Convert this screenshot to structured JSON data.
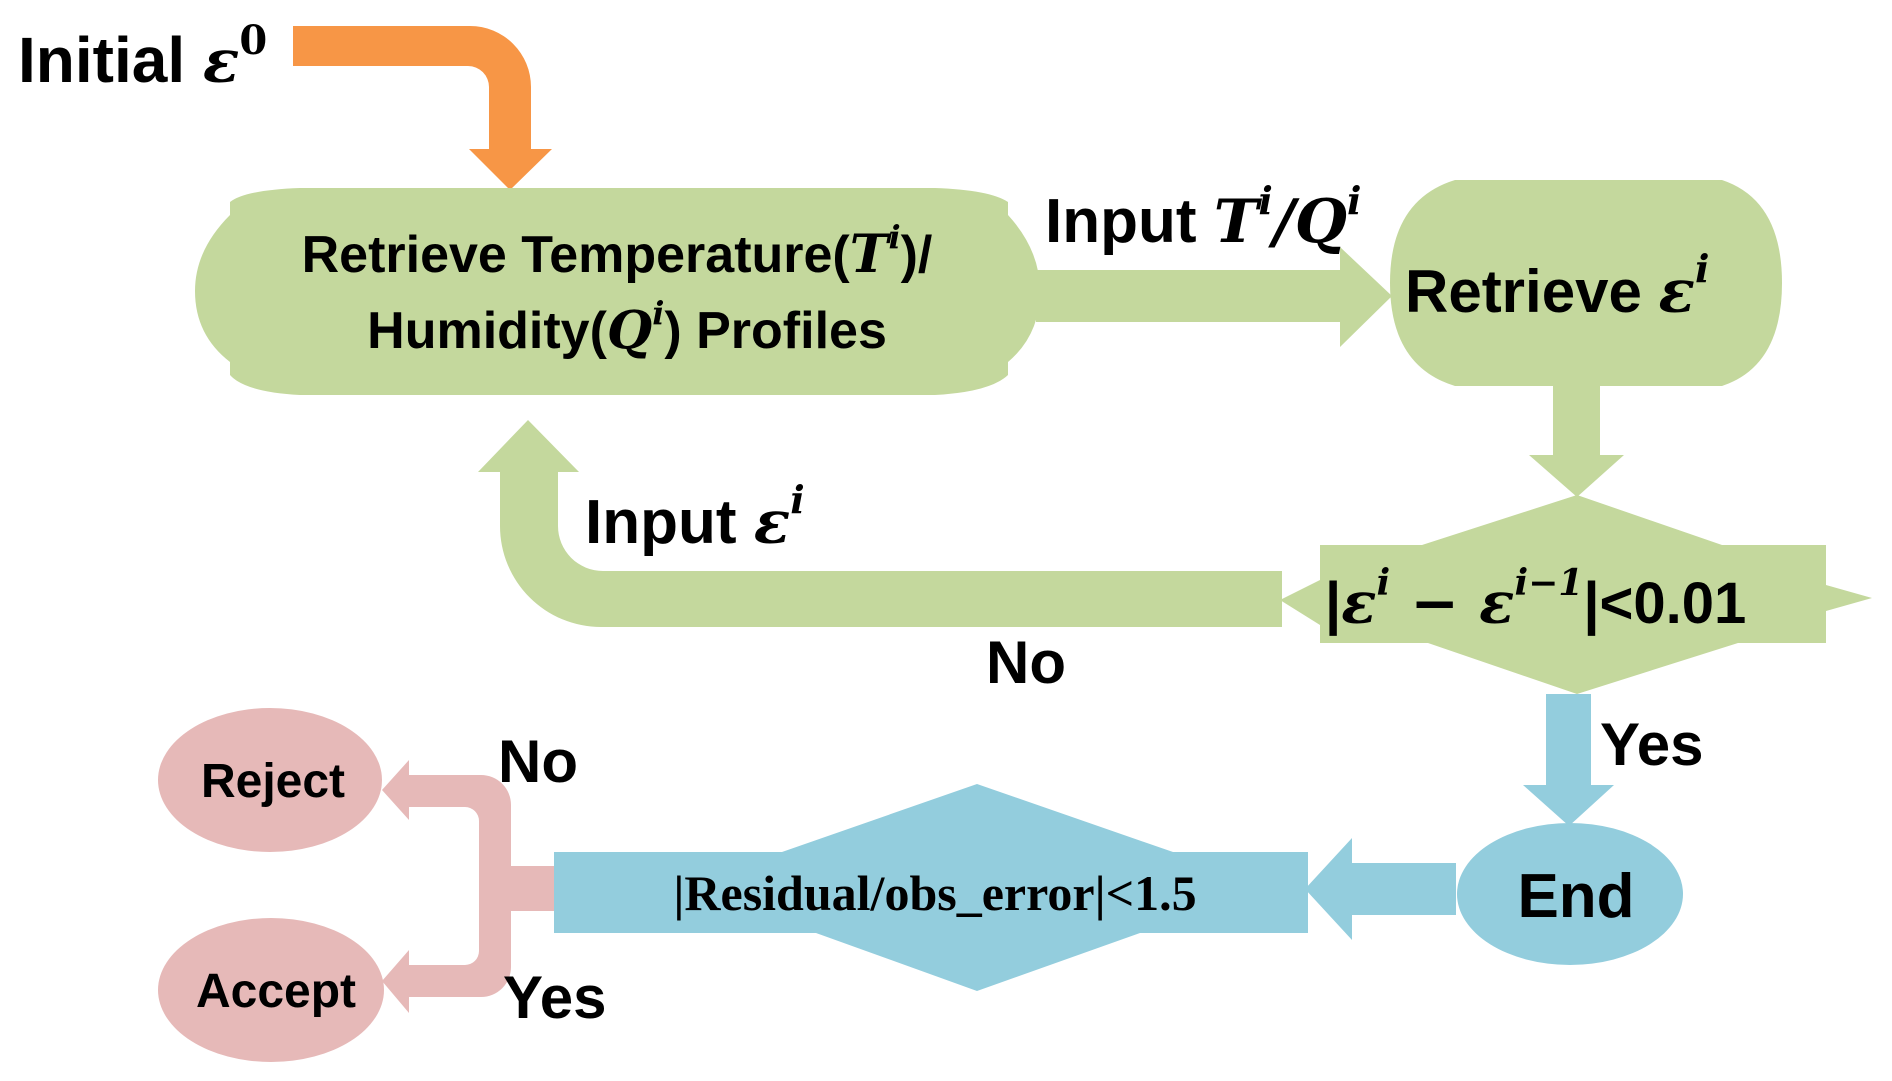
{
  "colors": {
    "green": "#C4D89D",
    "blue": "#93CDDD",
    "orange": "#F79646",
    "pink": "#E6B9B8",
    "text": "#000000"
  },
  "start": {
    "label": "Initial ",
    "symbol": "ε",
    "superscript": "0"
  },
  "retrieve_profiles": {
    "line1_prefix": "Retrieve Temperature(",
    "line1_var": "T",
    "line1_sup": "i",
    "line1_suffix": ")/",
    "line2_prefix": "Humidity(",
    "line2_var": "Q",
    "line2_sup": "i",
    "line2_suffix": ") Profiles"
  },
  "input_tq": {
    "prefix": "Input ",
    "var1": "T",
    "sup1": "i",
    "sep": "/",
    "var2": "Q",
    "sup2": "i"
  },
  "retrieve_emissivity": {
    "prefix": "Retrieve ",
    "symbol": "ε",
    "sup": "i"
  },
  "input_eps": {
    "prefix": "Input ",
    "symbol": "ε",
    "sup": "i"
  },
  "convergence_check": {
    "bar_open": "|",
    "eps1": "ε",
    "sup1": "i",
    "minus": " − ",
    "eps2": "ε",
    "sup2": "i−1",
    "tail": "|<0.01"
  },
  "convergence_no": "No",
  "convergence_yes": "Yes",
  "end": {
    "label": "End"
  },
  "qc_check": {
    "label": "|Residual/obs_error|<1.5"
  },
  "qc_no": "No",
  "qc_yes": "Yes",
  "reject": {
    "label": "Reject"
  },
  "accept": {
    "label": "Accept"
  }
}
